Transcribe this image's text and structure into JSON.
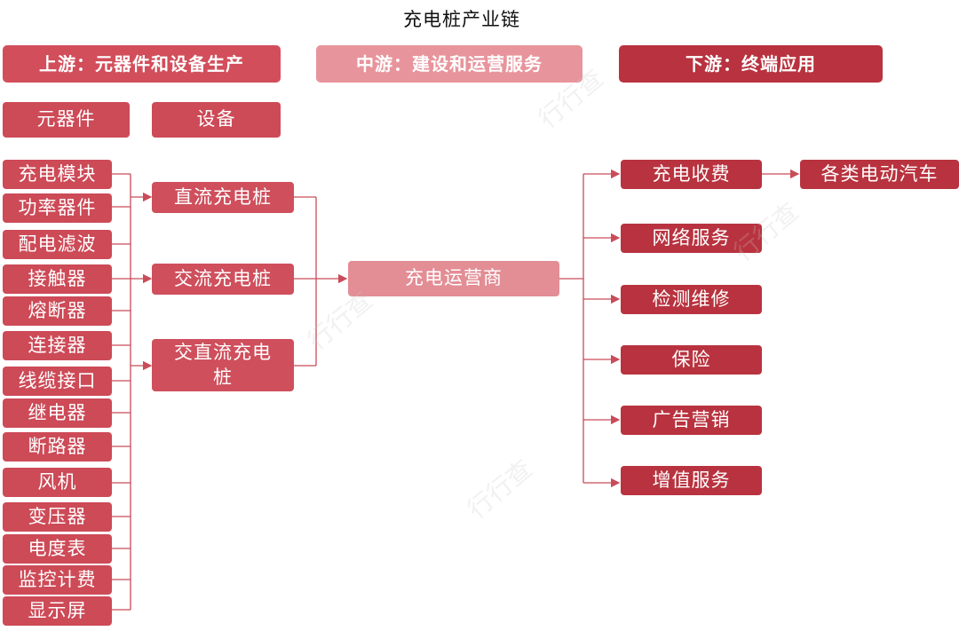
{
  "title": "充电桩产业链",
  "headers": {
    "upstream": "上游：元器件和设备生产",
    "midstream": "中游：建设和运营服务",
    "downstream": "下游：终端应用"
  },
  "upstream_groups": {
    "components": "元器件",
    "equipment": "设备"
  },
  "components": [
    "充电模块",
    "功率器件",
    "配电滤波",
    "接触器",
    "熔断器",
    "连接器",
    "线缆接口",
    "继电器",
    "断路器",
    "风机",
    "变压器",
    "电度表",
    "监控计费",
    "显示屏"
  ],
  "pile_types": [
    "直流充电桩",
    "交流充电桩",
    "交直流充电桩"
  ],
  "operator": "充电运营商",
  "services": [
    "充电收费",
    "网络服务",
    "检测维修",
    "保险",
    "广告营销",
    "增值服务"
  ],
  "end_use": "各类电动汽车",
  "watermark": "行行查",
  "colors": {
    "line": "#c94c59",
    "accent": "#b8323f",
    "light": "#e8949c"
  }
}
